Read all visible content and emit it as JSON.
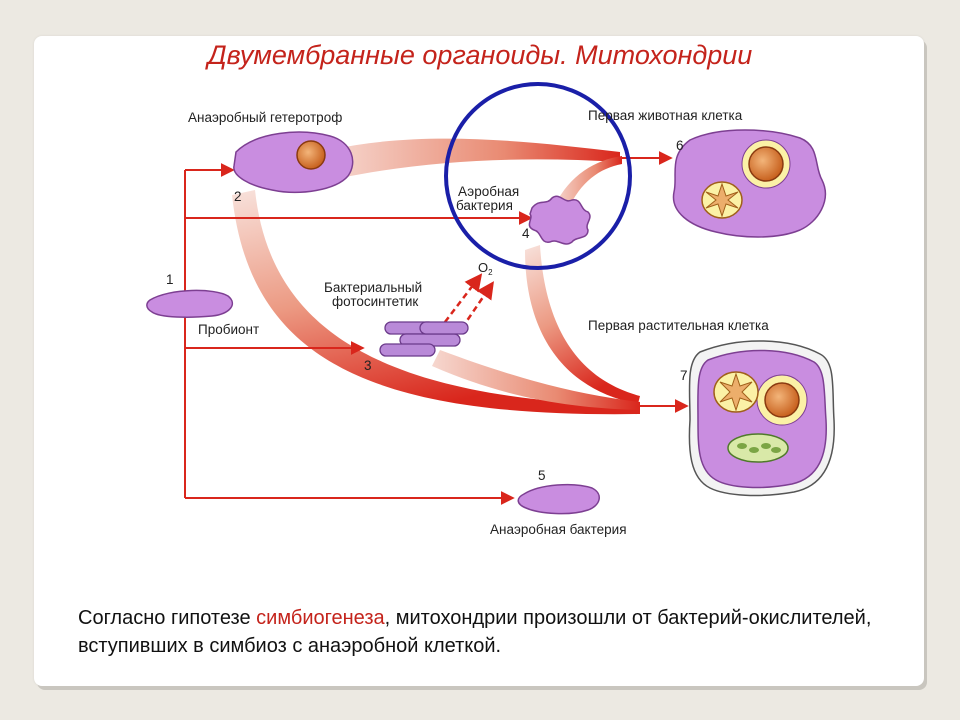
{
  "title": "Двумембранные органоиды. Митохондрии",
  "diagram": {
    "labels": {
      "anaerobic_heterotroph": "Анаэробный гетеротроф",
      "first_animal_cell": "Первая животная клетка",
      "aerobic_bacterium_line1": "Аэробная",
      "aerobic_bacterium_line2": "бактерия",
      "bacterial_line1": "Бактериальный",
      "bacterial_line2": "фотосинтетик",
      "probiont": "Пробионт",
      "first_plant_cell": "Первая растительная клетка",
      "anaerobic_bacterium": "Анаэробная бактерия",
      "oxygen_symbol": "O",
      "oxygen_subscript": "2"
    },
    "numbers": [
      "1",
      "2",
      "3",
      "4",
      "5",
      "6",
      "7"
    ]
  },
  "caption": {
    "before": "Согласно гипотезе ",
    "highlight": "симбиогенеза",
    "after": ", митохондрии произошли от бактерий-окислителей, вступивших в симбиоз с анаэробной клеткой."
  },
  "colors": {
    "title": "#c4231b",
    "arrow": "#d9261c",
    "cell_fill": "#c98de0",
    "circle_highlight": "#1a1fa8"
  }
}
